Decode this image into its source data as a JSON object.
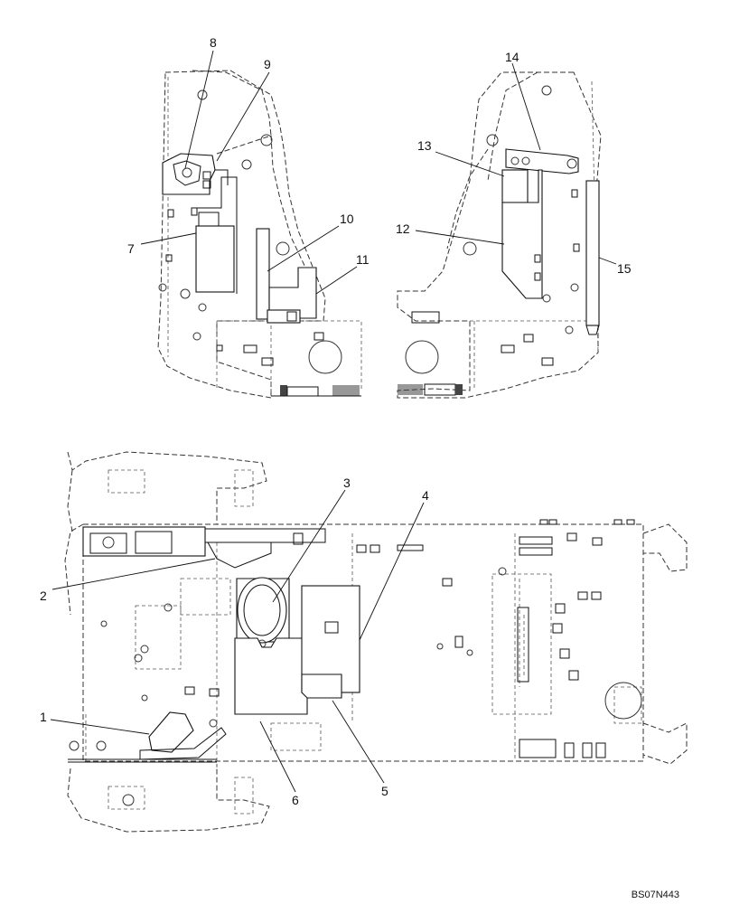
{
  "callouts": {
    "c1": "1",
    "c2": "2",
    "c3": "3",
    "c4": "4",
    "c5": "5",
    "c6": "6",
    "c7": "7",
    "c8": "8",
    "c9": "9",
    "c10": "10",
    "c11": "11",
    "c12": "12",
    "c13": "13",
    "c14": "14",
    "c15": "15"
  },
  "drawing_code": "BS07N443"
}
